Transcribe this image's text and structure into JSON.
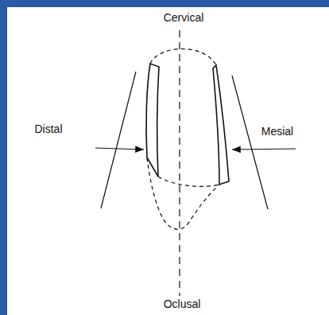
{
  "diagram": {
    "labels": [
      "Cervical",
      "Distal",
      "Mesial",
      "Oclusal"
    ]
  }
}
